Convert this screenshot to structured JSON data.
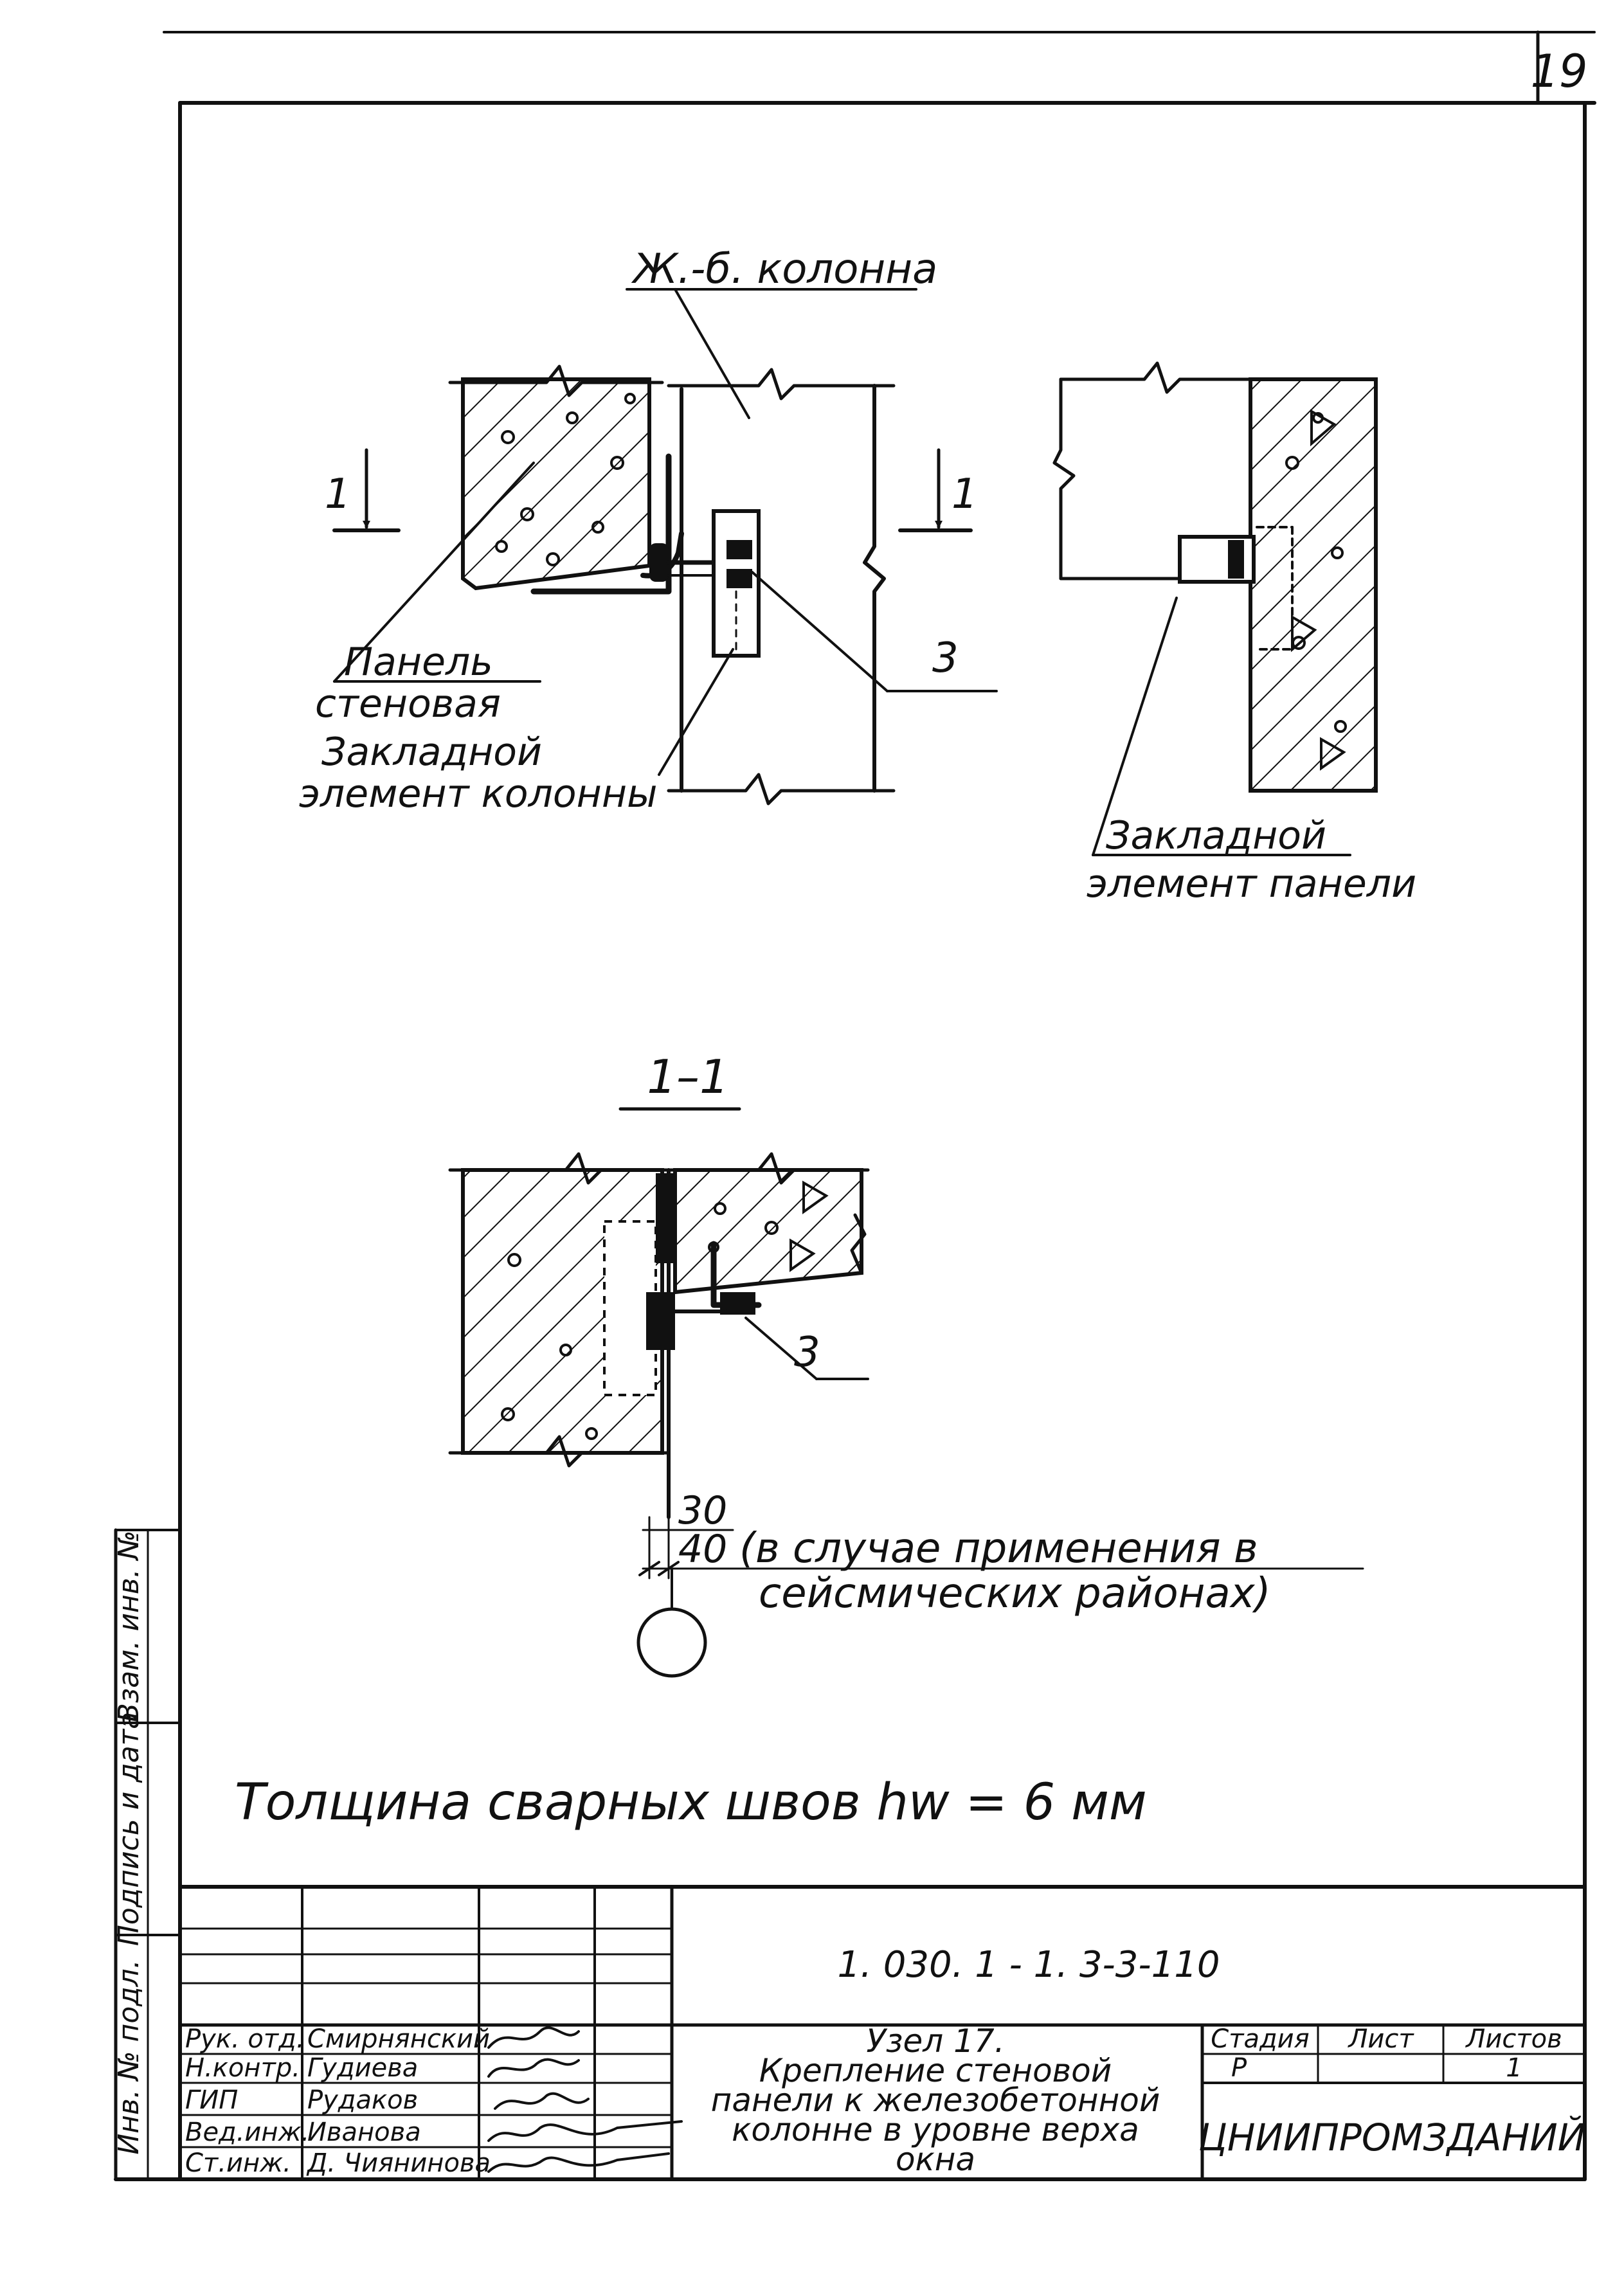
{
  "sheet_number": "19",
  "labels": {
    "column": "Ж.-б. колонна",
    "panel_line1": "Панель",
    "panel_line2": "стеновая",
    "embed_column_line1": "Закладной",
    "embed_column_line2": "элемент колонны",
    "embed_panel_line1": "Закладной",
    "embed_panel_line2": "элемент панели",
    "callout_3a": "3",
    "callout_3b": "3",
    "cut_mark_left": "1",
    "cut_mark_right": "1",
    "section_title": "1–1",
    "dim_30": "30",
    "dim_40": "40",
    "seismic_note_line1": "(в случае применения в",
    "seismic_note_line2": "сейсмических районах)"
  },
  "weld_note": "Толщина сварных швов  hw = 6 мм",
  "title_block": {
    "doc_code": "1. 030. 1 - 1. 3-3-110",
    "staff": [
      {
        "role": "Рук. отд.",
        "name": "Смирнянский"
      },
      {
        "role": "Н.контр.",
        "name": "Гудиева"
      },
      {
        "role": "ГИП",
        "name": "Рудаков"
      },
      {
        "role": "Вед.инж.",
        "name": "Иванова"
      },
      {
        "role": "Ст.инж.",
        "name": "Д. Чиянинова"
      }
    ],
    "title_lines": [
      "Узел 17.",
      "Крепление стеновой",
      "панели к железобетонной",
      "колонне в уровне верха",
      "окна"
    ],
    "stage_header": "Стадия",
    "sheet_header": "Лист",
    "sheets_header": "Листов",
    "stage": "Р",
    "sheet": "",
    "sheets": "1",
    "organization": "ЦНИИПРОМЗДАНИЙ"
  },
  "side_stamp": {
    "inv_original": "Инв. № подл.",
    "sign_date": "Подпись и дата",
    "replace_inv": "Взам. инв. №"
  }
}
